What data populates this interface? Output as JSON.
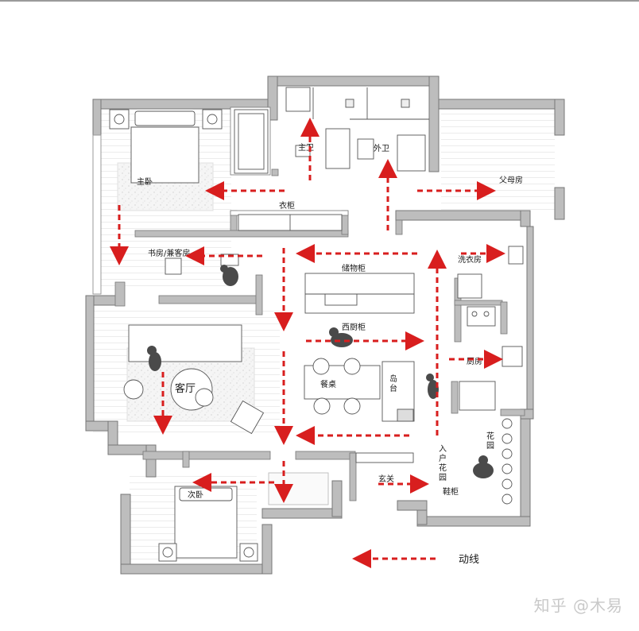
{
  "rooms": {
    "master_bedroom": "主卧",
    "master_bath": "主卫",
    "guest_bath": "外卫",
    "parents_room": "父母房",
    "wardrobe": "衣柜",
    "study": "书房/兼客房",
    "storage_cabinet": "储物柜",
    "laundry": "洗衣房",
    "western_kitchen": "西厨柜",
    "living_room": "客厅",
    "dining_table": "餐桌",
    "island": "岛台",
    "kitchen": "厨房",
    "flower_garden": "花园",
    "entry_garden": "入户花园",
    "second_bedroom": "次卧",
    "foyer": "玄关",
    "shoe_cabinet": "鞋柜"
  },
  "legend": {
    "label": "动线"
  },
  "watermark": "知乎 @木易",
  "colors": {
    "route": "#d81e1e",
    "wall": "#8a8a8a",
    "line": "#444444"
  }
}
